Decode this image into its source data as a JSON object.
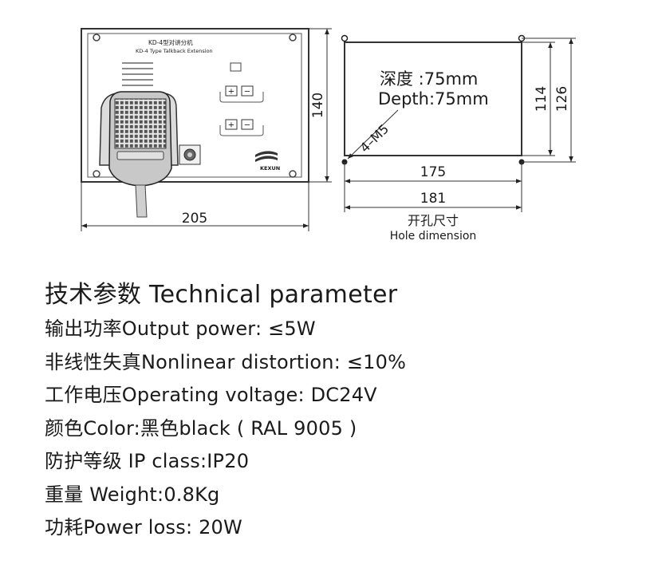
{
  "device": {
    "model_cn": "KD-4型对讲分机",
    "model_en": "KD-4 Type Talkback Extension",
    "brand": "KEXUN"
  },
  "front_view": {
    "width_label": "205",
    "height_label": "140"
  },
  "cutout": {
    "depth_cn": "深度 :75mm",
    "depth_en": "Depth:75mm",
    "screw_label": "4–M5",
    "inner_width_label": "175",
    "outer_width_label": "181",
    "inner_height_label": "114",
    "outer_height_label": "126",
    "caption_cn": "开孔尺寸",
    "caption_en": "Hole dimension"
  },
  "specs": {
    "title": "技术参数 Technical parameter",
    "rows": [
      "输出功率Output power: ≤5W",
      "非线性失真Nonlinear distortion: ≤10%",
      "工作电压Operating voltage: DC24V",
      "颜色Color:黑色black ( RAL 9005 )",
      "防护等级 IP class:IP20",
      "重量 Weight:0.8Kg",
      "功耗Power loss: 20W"
    ]
  }
}
